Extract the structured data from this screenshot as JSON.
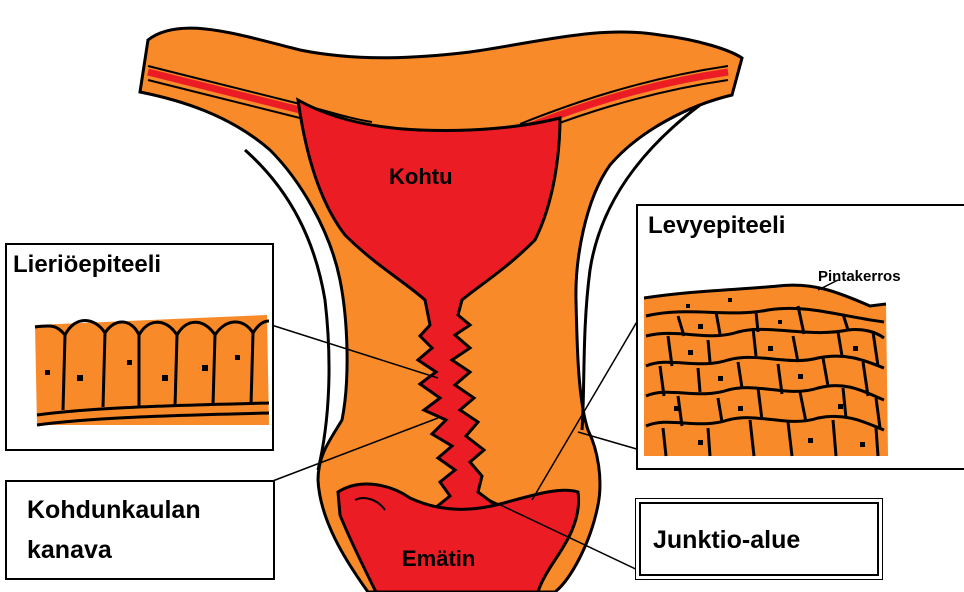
{
  "labels": {
    "uterus": "Kohtu",
    "vagina": "Emätin",
    "columnar_epithelium": "Lieriöepiteeli",
    "squamous_epithelium": "Levyepiteeli",
    "surface_layer": "Pintakerros",
    "cervical_canal_line1": "Kohdunkaulan",
    "cervical_canal_line2": "kanava",
    "junction_zone": "Junktio-alue"
  },
  "colors": {
    "tissue": "#f88a2a",
    "cavity": "#ec1c24",
    "outline": "#000000",
    "background": "#ffffff"
  }
}
